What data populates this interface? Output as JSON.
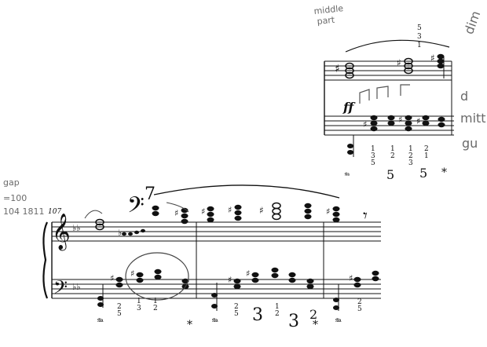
{
  "insert": {
    "dynamic": "ff",
    "pedal": "𝆮",
    "pedal_release": "*",
    "fingering_top": [
      "5",
      "3",
      "1"
    ],
    "fingering_a": [
      "1",
      "3",
      "5"
    ],
    "fingering_b": [
      "1",
      "2"
    ],
    "fingering_c": [
      "1",
      "2",
      "3"
    ],
    "fingering_d": [
      "2",
      "1"
    ],
    "fingering_big_a": "5",
    "fingering_big_b": "5"
  },
  "main": {
    "measure_number": "107",
    "pedal": "𝆮",
    "pedal_release": "*",
    "fingering_1": [
      "2",
      "5"
    ],
    "fingering_2": [
      "1",
      "3"
    ],
    "fingering_3": [
      "1",
      "2"
    ],
    "fingering_4": [
      "2",
      "5"
    ],
    "fingering_5": [
      "1",
      "2"
    ],
    "fingering_6": [
      "2",
      "5"
    ],
    "fingering_big_a": "3",
    "fingering_big_b": "3",
    "fingering_big_c": "2"
  },
  "annotations": {
    "middle_line1": "middle",
    "middle_line2": "part",
    "left_line1": "gap",
    "left_line2": "=100",
    "left_line3": "104 1811",
    "right_top": "dim",
    "right_1": "d",
    "right_2": "mitt",
    "right_3": "gu"
  }
}
